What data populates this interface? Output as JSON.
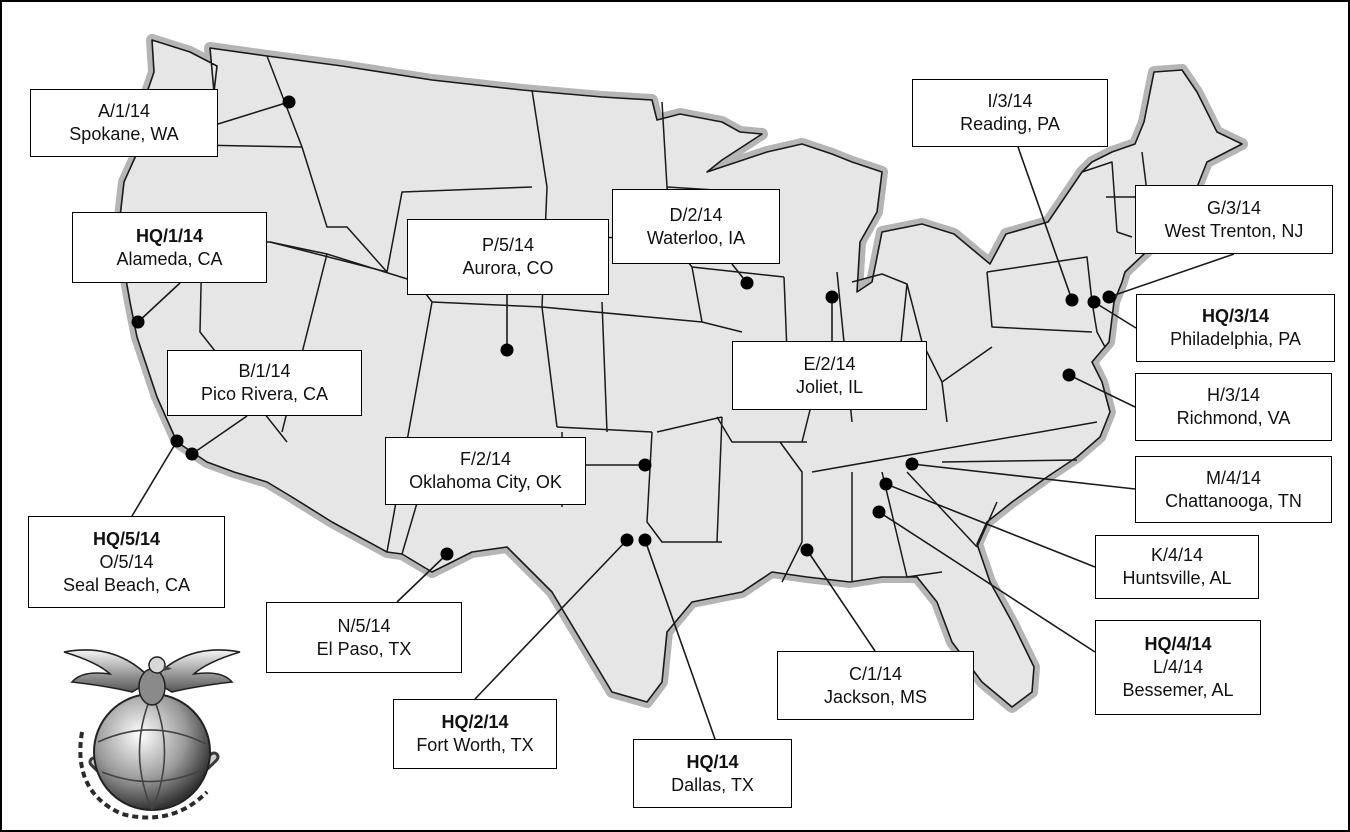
{
  "map": {
    "region": "Contiguous United States",
    "colors": {
      "land_fill": "#e6e6e6",
      "border_halo": "#b5b5b5",
      "state_line": "#1a1a1a",
      "marker": "#000000",
      "box_border": "#000000"
    },
    "emblem": {
      "icon": "eagle-globe-anchor-emblem"
    },
    "locations": [
      {
        "id": "a-1-14",
        "lines": [
          "A/1/14",
          "Spokane, WA"
        ],
        "bold_lines": [],
        "lat": 47.66,
        "lon": -117.43
      },
      {
        "id": "hq-1-14",
        "lines": [
          "HQ/1/14",
          "Alameda, CA"
        ],
        "bold_lines": [
          0
        ],
        "lat": 37.77,
        "lon": -122.24
      },
      {
        "id": "b-1-14",
        "lines": [
          "B/1/14",
          "Pico Rivera, CA"
        ],
        "bold_lines": [],
        "lat": 33.98,
        "lon": -118.1
      },
      {
        "id": "hq-5-14",
        "lines": [
          "HQ/5/14",
          "O/5/14",
          "Seal Beach, CA"
        ],
        "bold_lines": [
          0
        ],
        "lat": 33.74,
        "lon": -118.1
      },
      {
        "id": "p-5-14",
        "lines": [
          "P/5/14",
          "Aurora, CO"
        ],
        "bold_lines": [],
        "lat": 39.73,
        "lon": -104.83
      },
      {
        "id": "d-2-14",
        "lines": [
          "D/2/14",
          "Waterloo, IA"
        ],
        "bold_lines": [],
        "lat": 42.49,
        "lon": -92.34
      },
      {
        "id": "e-2-14",
        "lines": [
          "E/2/14",
          "Joliet, IL"
        ],
        "bold_lines": [],
        "lat": 41.53,
        "lon": -88.08
      },
      {
        "id": "f-2-14",
        "lines": [
          "F/2/14",
          "Oklahoma City, OK"
        ],
        "bold_lines": [],
        "lat": 35.47,
        "lon": -97.52
      },
      {
        "id": "n-5-14",
        "lines": [
          "N/5/14",
          "El Paso, TX"
        ],
        "bold_lines": [],
        "lat": 31.76,
        "lon": -106.49
      },
      {
        "id": "hq-2-14",
        "lines": [
          "HQ/2/14",
          "Fort Worth, TX"
        ],
        "bold_lines": [
          0
        ],
        "lat": 32.76,
        "lon": -97.33
      },
      {
        "id": "hq-14",
        "lines": [
          "HQ/14",
          "Dallas, TX"
        ],
        "bold_lines": [
          0
        ],
        "lat": 32.78,
        "lon": -96.8
      },
      {
        "id": "c-1-14",
        "lines": [
          "C/1/14",
          "Jackson, MS"
        ],
        "bold_lines": [],
        "lat": 32.3,
        "lon": -90.18
      },
      {
        "id": "i-3-14",
        "lines": [
          "I/3/14",
          "Reading, PA"
        ],
        "bold_lines": [],
        "lat": 40.34,
        "lon": -75.93
      },
      {
        "id": "g-3-14",
        "lines": [
          "G/3/14",
          "West Trenton, NJ"
        ],
        "bold_lines": [],
        "lat": 40.25,
        "lon": -74.82
      },
      {
        "id": "hq-3-14",
        "lines": [
          "HQ/3/14",
          "Philadelphia, PA"
        ],
        "bold_lines": [
          0
        ],
        "lat": 39.95,
        "lon": -75.17
      },
      {
        "id": "h-3-14",
        "lines": [
          "H/3/14",
          "Richmond, VA"
        ],
        "bold_lines": [],
        "lat": 37.54,
        "lon": -77.44
      },
      {
        "id": "m-4-14",
        "lines": [
          "M/4/14",
          "Chattanooga, TN"
        ],
        "bold_lines": [],
        "lat": 35.05,
        "lon": -85.31
      },
      {
        "id": "k-4-14",
        "lines": [
          "K/4/14",
          "Huntsville, AL"
        ],
        "bold_lines": [],
        "lat": 34.73,
        "lon": -86.59
      },
      {
        "id": "hq-4-14",
        "lines": [
          "HQ/4/14",
          "L/4/14",
          "Bessemer, AL"
        ],
        "bold_lines": [
          0
        ],
        "lat": 33.4,
        "lon": -86.95
      }
    ]
  }
}
